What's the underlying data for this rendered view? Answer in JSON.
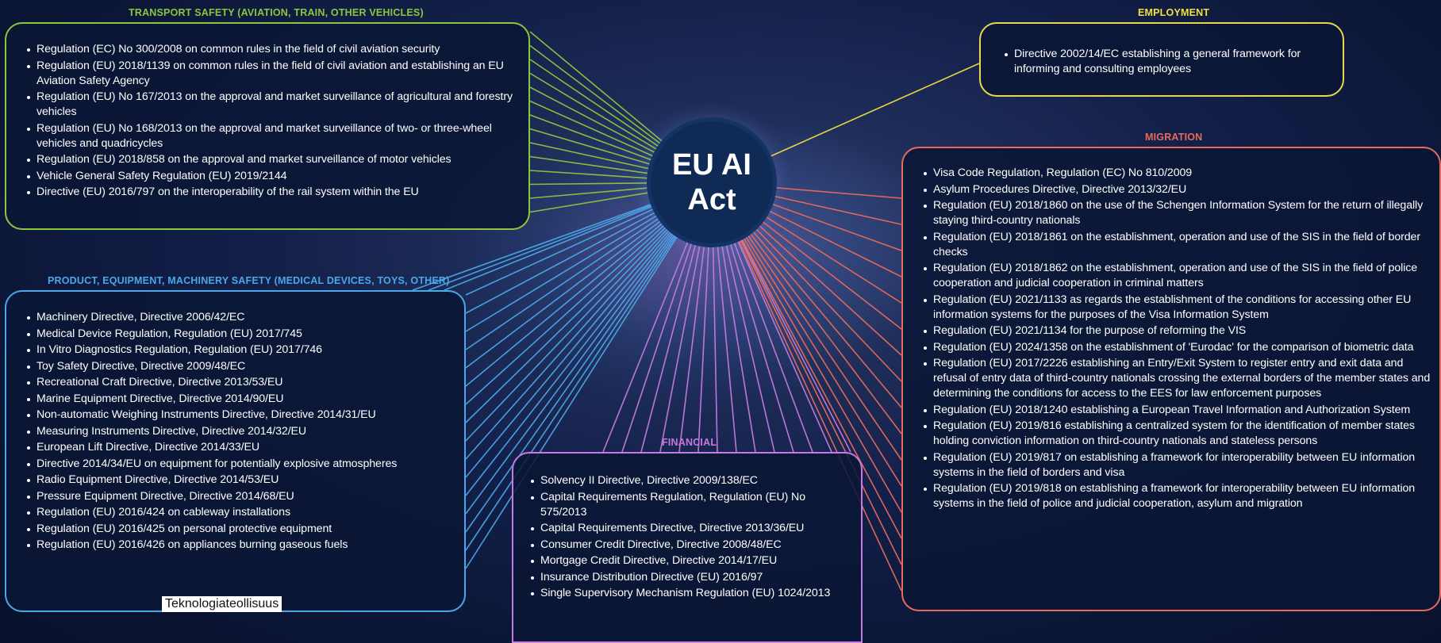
{
  "hub": {
    "title": "EU AI Act"
  },
  "credit": "Teknologiateollisuus",
  "colors": {
    "transport": "#8cc63f",
    "employment": "#f0e040",
    "migration": "#e86a5a",
    "product": "#4aa8e8",
    "financial": "#c47ae0"
  },
  "transport": {
    "heading": "TRANSPORT SAFETY (AVIATION, TRAIN, OTHER VEHICLES)",
    "items": [
      "Regulation (EC) No 300/2008 on common rules in the field of civil aviation security",
      "Regulation (EU) 2018/1139 on common rules in the field of civil aviation and establishing an EU Aviation Safety Agency",
      "Regulation (EU) No 167/2013 on the approval and market surveillance of agricultural and forestry vehicles",
      "Regulation (EU) No 168/2013 on the approval and market surveillance of two- or three-wheel vehicles and quadricycles",
      "Regulation (EU) 2018/858 on the approval and market surveillance of motor vehicles",
      "Vehicle General Safety Regulation (EU) 2019/2144",
      "Directive (EU) 2016/797 on the interoperability of the rail system within the EU"
    ]
  },
  "employment": {
    "heading": "EMPLOYMENT",
    "items": [
      "Directive 2002/14/EC establishing a general framework for informing and consulting employees"
    ]
  },
  "product": {
    "heading": "PRODUCT, EQUIPMENT, MACHINERY SAFETY (MEDICAL DEVICES, TOYS, OTHER)",
    "items": [
      "Machinery Directive, Directive 2006/42/EC",
      "Medical Device Regulation, Regulation (EU) 2017/745",
      "In Vitro Diagnostics Regulation, Regulation (EU) 2017/746",
      "Toy Safety Directive, Directive 2009/48/EC",
      "Recreational Craft Directive, Directive 2013/53/EU",
      "Marine Equipment Directive, Directive 2014/90/EU",
      "Non-automatic Weighing Instruments Directive, Directive 2014/31/EU",
      "Measuring Instruments Directive, Directive 2014/32/EU",
      "European Lift Directive, Directive 2014/33/EU",
      "Directive 2014/34/EU on equipment for potentially explosive atmospheres",
      "Radio Equipment Directive, Directive 2014/53/EU",
      "Pressure Equipment Directive, Directive 2014/68/EU",
      "Regulation (EU) 2016/424 on cableway installations",
      "Regulation (EU) 2016/425 on personal protective equipment",
      "Regulation (EU) 2016/426 on appliances burning gaseous fuels"
    ]
  },
  "financial": {
    "heading": "FINANCIAL",
    "items": [
      "Solvency II Directive, Directive 2009/138/EC",
      "Capital Requirements Regulation, Regulation (EU) No 575/2013",
      "Capital Requirements Directive, Directive 2013/36/EU",
      "Consumer Credit Directive, Directive 2008/48/EC",
      "Mortgage Credit Directive, Directive 2014/17/EU",
      "Insurance Distribution Directive (EU) 2016/97",
      "Single Supervisory Mechanism Regulation (EU) 1024/2013"
    ]
  },
  "migration": {
    "heading": "MIGRATION",
    "items": [
      "Visa Code Regulation, Regulation (EC) No 810/2009",
      "Asylum Procedures Directive, Directive 2013/32/EU",
      "Regulation (EU) 2018/1860 on the use of the Schengen Information System for the return of illegally staying third-country nationals",
      "Regulation (EU) 2018/1861 on the establishment, operation and use of the SIS in the field of border checks",
      "Regulation (EU) 2018/1862 on the establishment, operation and use of the SIS in the field of police cooperation and judicial cooperation in criminal matters",
      "Regulation (EU) 2021/1133 as regards the establishment of the conditions for accessing other EU information systems for the purposes of the Visa Information System",
      "Regulation (EU) 2021/1134 for the purpose of reforming the VIS",
      "Regulation (EU) 2024/1358  on the establishment of 'Eurodac' for the comparison of biometric data",
      "Regulation (EU) 2017/2226 establishing an Entry/Exit System to register entry and exit data and refusal of entry data of third-country nationals crossing the external borders of the member states and determining the conditions for access to the EES for law enforcement purposes",
      "Regulation (EU) 2018/1240 establishing a European Travel Information and Authorization System",
      "Regulation (EU) 2019/816 establishing a centralized system for the identification of member states holding conviction information on third-country nationals and stateless persons",
      "Regulation (EU) 2019/817 on establishing a framework for interoperability between EU information systems in the field of borders and visa",
      "Regulation (EU) 2019/818 on establishing a framework for interoperability between EU information systems in the field of police and judicial cooperation, asylum and migration"
    ]
  }
}
